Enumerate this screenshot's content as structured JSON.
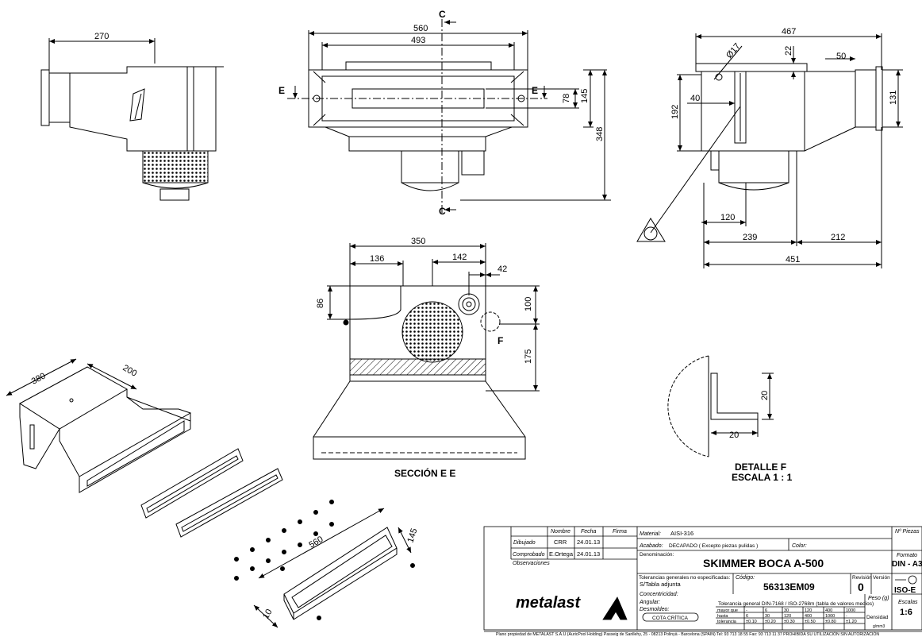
{
  "views": {
    "top_left": {
      "w270": "270"
    },
    "front": {
      "c_top": "C",
      "c_bottom": "C",
      "e_left": "E",
      "e_right": "E",
      "d560": "560",
      "d493": "493",
      "d78": "78",
      "d145": "145",
      "d348": "348"
    },
    "side": {
      "d467": "467",
      "d17": "Ø17",
      "d22": "22",
      "d50": "50",
      "d40": "40",
      "d192": "192",
      "d131": "131",
      "d120": "120",
      "d239": "239",
      "d212": "212",
      "d451": "451"
    },
    "section": {
      "d350": "350",
      "d136": "136",
      "d142": "142",
      "d42": "42",
      "d86": "86",
      "d100": "100",
      "d175": "175",
      "f": "F",
      "title": "SECCIÓN E E"
    },
    "detail": {
      "d20a": "20",
      "d20b": "20",
      "title": "DETALLE F",
      "scale": "ESCALA 1 : 1"
    },
    "iso_body": {
      "d380": "380",
      "d200": "200"
    },
    "iso_plate": {
      "d560": "560",
      "d145": "145",
      "d10": "10"
    }
  },
  "title_block": {
    "h_nombre": "Nombre",
    "h_fecha": "Fecha",
    "h_firma": "Firma",
    "dibujado": "Dibujado",
    "dibujado_name": "CRR",
    "dibujado_date": "24.01.13",
    "comprobado": "Comprobado",
    "comprobado_name": "E.Ortega",
    "comprobado_date": "24.01.13",
    "observaciones": "Observaciones",
    "material_label": "Material:",
    "material": "AISI-316",
    "acabado_label": "Acabado:",
    "acabado": "DECAPADO ( Excepto piezas pulidas )",
    "color_label": "Color:",
    "denominacion_label": "Denominación:",
    "denominacion": "SKIMMER BOCA A-500",
    "tolerancias_label": "Tolerancias generales no especificadas:",
    "tolerancias": "S/Tabla adjunta",
    "codigo_label": "Código:",
    "codigo": "56313EM09",
    "revision_label": "Revisión",
    "revision": "0",
    "version_label": "Versión",
    "peso_label": "Peso (g)",
    "concentricidad": "Concentricidad:",
    "angular": "Angular:",
    "desmoldeo": "Desmoldeo:",
    "cota_critica": "COTA CRÍTICA",
    "tol_title": "Tolerancia general DIN-7168 / ISO-2768m (tabla de valores medios)",
    "tol_rows": [
      [
        "mayor que",
        "-",
        "6",
        "30",
        "120",
        "400",
        "1000"
      ],
      [
        "hasta",
        "6",
        "30",
        "120",
        "400",
        "1000",
        "-"
      ],
      [
        "tolerancia",
        "±0.10",
        "±0.20",
        "±0.30",
        "±0.50",
        "±0.80",
        "±1.20"
      ]
    ],
    "densidad": "Densidad",
    "densidad_unit": "g/mm3",
    "n_piezas": "Nº Piezas",
    "formato_label": "Formato",
    "formato": "DIN - A3",
    "iso": "ISO-E",
    "escalas_label": "Escalas",
    "escala": "1:6",
    "logo": "metalast",
    "footer": "Plano propiedad de METALAST S.A.U  (AuricPool Holding) Passeig de Sanllehy, 25 - 08213 Polinyà - Barcelona (SPAIN) Tel: 93 713 18 55  Fax: 93 713 11 37  PROHIBIDA SU UTILIZACIÓN SIN AUTORIZACIÓN"
  }
}
